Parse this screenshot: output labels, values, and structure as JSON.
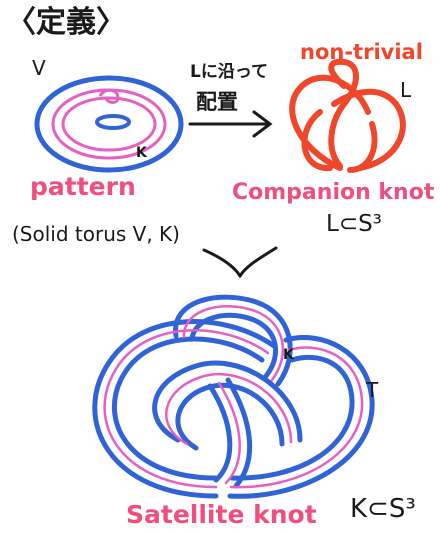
{
  "title": "〈定義〉",
  "pattern_diagram": {
    "solid_torus_label": "V",
    "pattern_knot_label": "K",
    "caption": "pattern"
  },
  "arrow": {
    "text_line1": "Lに沿って",
    "text_line2": "配置"
  },
  "companion_diagram": {
    "heading": "non-trivial",
    "knot_label": "L",
    "caption": "Companion knot",
    "containment": "L⊂S³"
  },
  "solid_torus_note": "(Solid torus V, K)",
  "satellite_diagram": {
    "knot_label": "K",
    "torus_label": "T",
    "caption": "Satellite knot",
    "containment": "K⊂S³"
  },
  "colors": {
    "torus_blue": "#2f63d6",
    "pattern_pink": "#e85fc2",
    "companion_red": "#f0462a",
    "caption_pink": "#ee4f7d",
    "ink": "#1a1a1a"
  }
}
